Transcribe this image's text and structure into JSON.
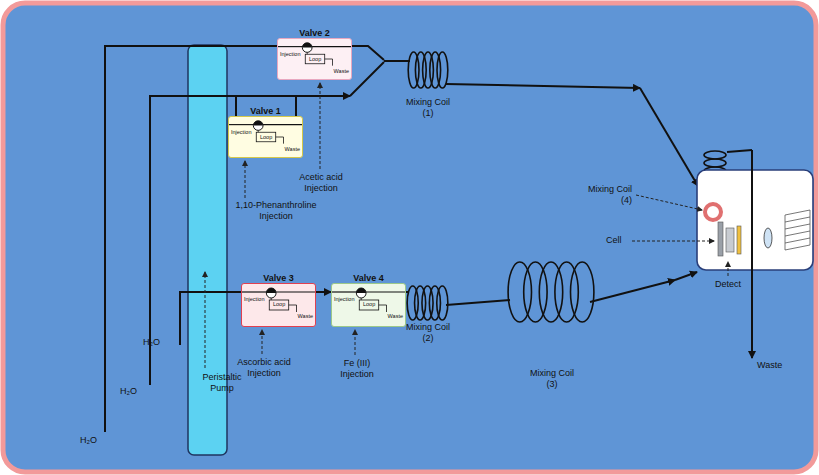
{
  "diagram": {
    "nodes": [
      {
        "text": [
          "Valve 2",
          "Injection",
          "Loop",
          "Waste"
        ]
      },
      {
        "text": [
          "Valve 1",
          "Injection",
          "Loop",
          "Waste"
        ]
      },
      {
        "text": [
          "Valve 3",
          "Injection",
          "Loop",
          "Waste"
        ]
      },
      {
        "text": [
          "Valve 4",
          "Injection",
          "Loop",
          "Waste"
        ]
      }
    ],
    "edges": [
      {
        "from": 2,
        "to": 3,
        "arrow": "to"
      }
    ],
    "labels": [
      "Mixing Coil (1)",
      "Acetic acid Injection",
      "1,10-Phenanthroline Injection",
      "Mixing Coil (4)",
      "Cell",
      "Detect",
      "Mixing Coil (2)",
      "Mixing Coil (3)",
      "H₂O",
      "Ascorbic acid Injection",
      "Fe (III) Injection",
      "H₂O",
      "Peristaltic Pump",
      "Waste",
      "H₂O"
    ]
  }
}
